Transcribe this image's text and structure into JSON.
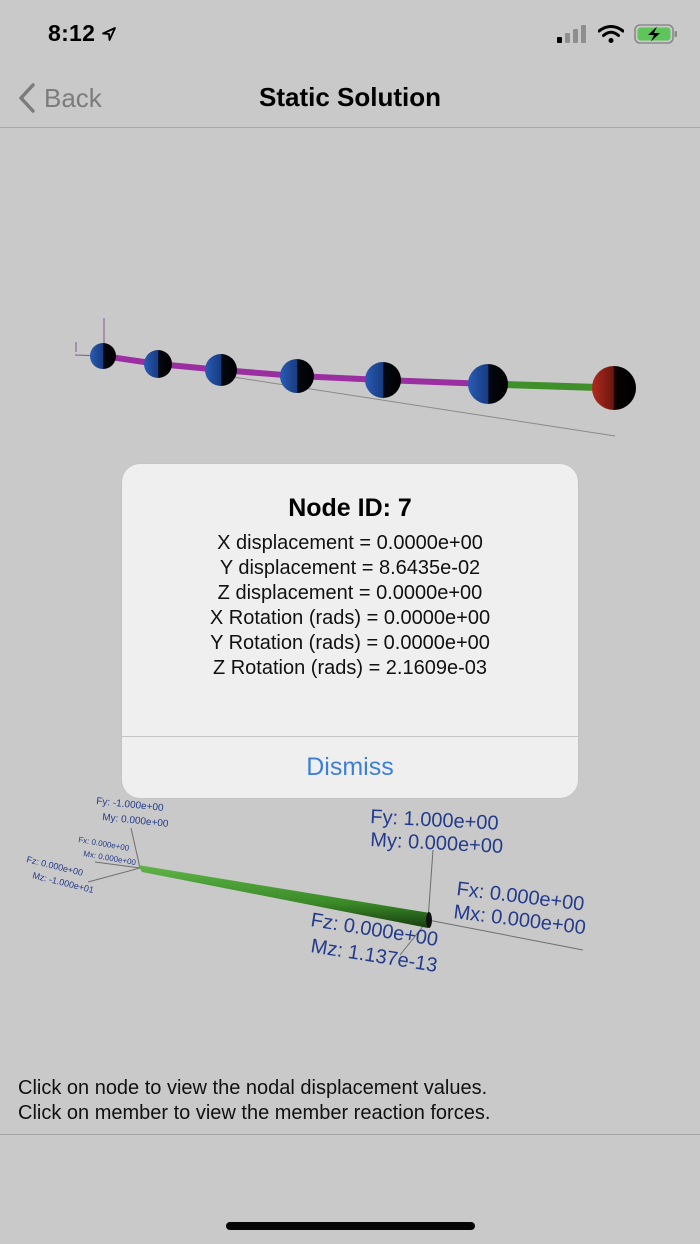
{
  "status_bar": {
    "time": "8:12",
    "icons": [
      "location-arrow-icon",
      "cellular-signal-icon",
      "wifi-icon",
      "battery-charging-icon"
    ],
    "battery_color": "#5dc55a"
  },
  "nav": {
    "back_label": "Back",
    "title": "Static Solution"
  },
  "model_view": {
    "nodes": 7,
    "member_colors": {
      "default": "#9b2ea0",
      "selected": "#3f8f2a"
    },
    "node_colors": {
      "default": "#1f4a9a",
      "selected": "#9a1a14"
    }
  },
  "member_forces": {
    "start": {
      "fy": "Fy: -1.000e+00",
      "my": "My: 0.000e+00",
      "fx": "Fx: 0.000e+00",
      "mx": "Mx: 0.000e+00",
      "fz": "Fz: 0.000e+00",
      "mz": "Mz: -1.000e+01"
    },
    "end": {
      "fy": "Fy: 1.000e+00",
      "my": "My: 0.000e+00",
      "fx": "Fx: 0.000e+00",
      "mx": "Mx: 0.000e+00",
      "fz": "Fz: 0.000e+00",
      "mz": "Mz: 1.137e-13"
    }
  },
  "alert": {
    "title": "Node ID: 7",
    "lines": [
      "X displacement = 0.0000e+00",
      "Y displacement = 8.6435e-02",
      "Z displacement = 0.0000e+00",
      "X Rotation (rads) = 0.0000e+00",
      "Y Rotation (rads) = 0.0000e+00",
      "Z Rotation (rads) = 2.1609e-03"
    ],
    "dismiss_label": "Dismiss"
  },
  "hint": {
    "line1": "Click on node to view the nodal displacement values.",
    "line2": "Click on member to view the member reaction forces."
  }
}
